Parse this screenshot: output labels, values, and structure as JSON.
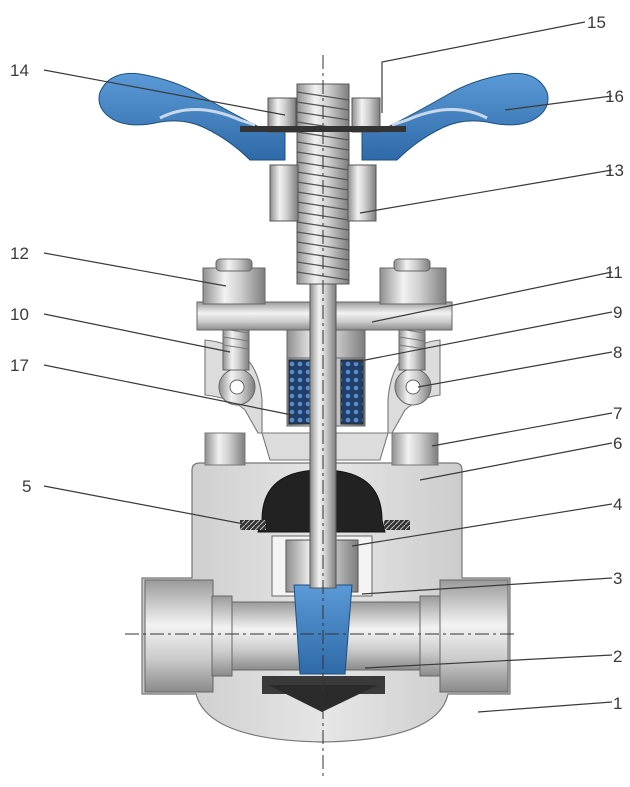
{
  "colors": {
    "accent_blue": "#3c7fc0",
    "body_gray": "#d9d9d9",
    "steel": "#c9c9c9",
    "dark": "#2b2b2b",
    "label": "#3a3a3a"
  },
  "callouts": [
    {
      "id": "1",
      "text": "1"
    },
    {
      "id": "2",
      "text": "2"
    },
    {
      "id": "3",
      "text": "3"
    },
    {
      "id": "4",
      "text": "4"
    },
    {
      "id": "5",
      "text": "5"
    },
    {
      "id": "6",
      "text": "6"
    },
    {
      "id": "7",
      "text": "7"
    },
    {
      "id": "8",
      "text": "8"
    },
    {
      "id": "9",
      "text": "9"
    },
    {
      "id": "10",
      "text": "10"
    },
    {
      "id": "11",
      "text": "11"
    },
    {
      "id": "12",
      "text": "12"
    },
    {
      "id": "13",
      "text": "13"
    },
    {
      "id": "14",
      "text": "14"
    },
    {
      "id": "15",
      "text": "15"
    },
    {
      "id": "16",
      "text": "16"
    },
    {
      "id": "17",
      "text": "17"
    }
  ]
}
